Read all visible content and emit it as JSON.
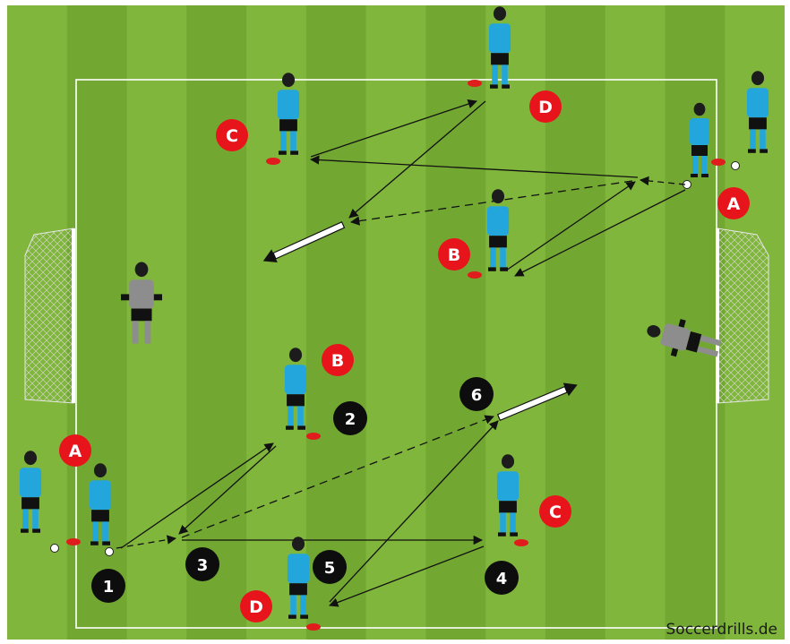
{
  "markers": {
    "red": [
      {
        "id": "A1",
        "text": "A"
      },
      {
        "id": "A2",
        "text": "A"
      },
      {
        "id": "B1",
        "text": "B"
      },
      {
        "id": "B2",
        "text": "B"
      },
      {
        "id": "C1",
        "text": "C"
      },
      {
        "id": "C2",
        "text": "C"
      },
      {
        "id": "D1",
        "text": "D"
      },
      {
        "id": "D2",
        "text": "D"
      }
    ],
    "black": [
      {
        "id": "s1",
        "text": "1"
      },
      {
        "id": "s2",
        "text": "2"
      },
      {
        "id": "s3",
        "text": "3"
      },
      {
        "id": "s4",
        "text": "4"
      },
      {
        "id": "s5",
        "text": "5"
      },
      {
        "id": "s6",
        "text": "6"
      }
    ]
  },
  "credit": "Soccerdrills.de",
  "colors": {
    "pitch_light": "#80b63b",
    "pitch_dark": "#72a832",
    "line": "#ffffff",
    "marker_red": "#e8141c",
    "marker_black": "#0d0d0d",
    "shirt": "#23a6dc",
    "keeper": "#8d8d8d",
    "cone": "#e01c1c"
  }
}
